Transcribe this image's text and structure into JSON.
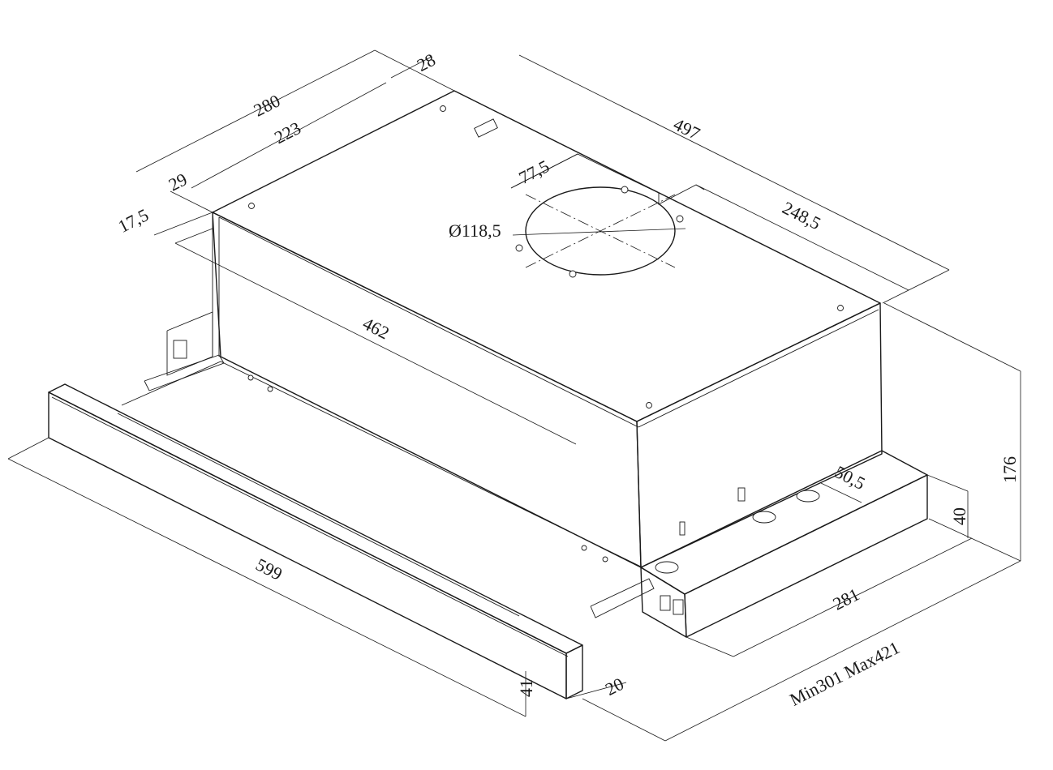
{
  "dimensions": {
    "depth_total": "280",
    "depth_inner": "223",
    "offset_top": "28",
    "offset_side": "29",
    "offset_front": "17,5",
    "width_top": "497",
    "duct_offset": "77,5",
    "duct_diameter": "Ø118,5",
    "duct_to_side": "248,5",
    "width_inner": "462",
    "height_total": "176",
    "box_width": "50,5",
    "box_height": "40",
    "box_depth": "281",
    "extension_range": "Min301 Max421",
    "front_width": "599",
    "front_height": "41",
    "front_depth": "20"
  }
}
